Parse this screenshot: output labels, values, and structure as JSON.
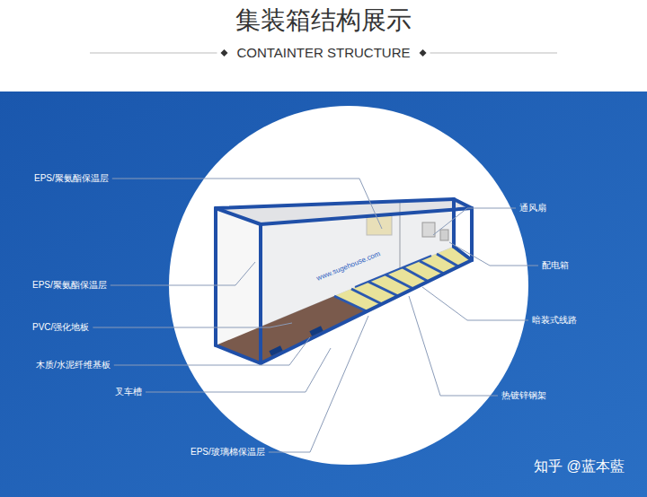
{
  "diagram": {
    "title": "集装箱结构展示",
    "labels": [
      "CONTAINTER STRUCTURE",
      "EPS/聚氨酯保温层",
      "EPS/聚氨酯保温层",
      "PVC/强化地板",
      "木质/水泥纤维基板",
      "叉车槽",
      "EPS/玻璃棉保温层",
      "通风扇",
      "配电箱",
      "暗装式线路",
      "热镀锌钢架",
      "www.sugehouse.com",
      "知乎 @蓝本藍"
    ]
  }
}
